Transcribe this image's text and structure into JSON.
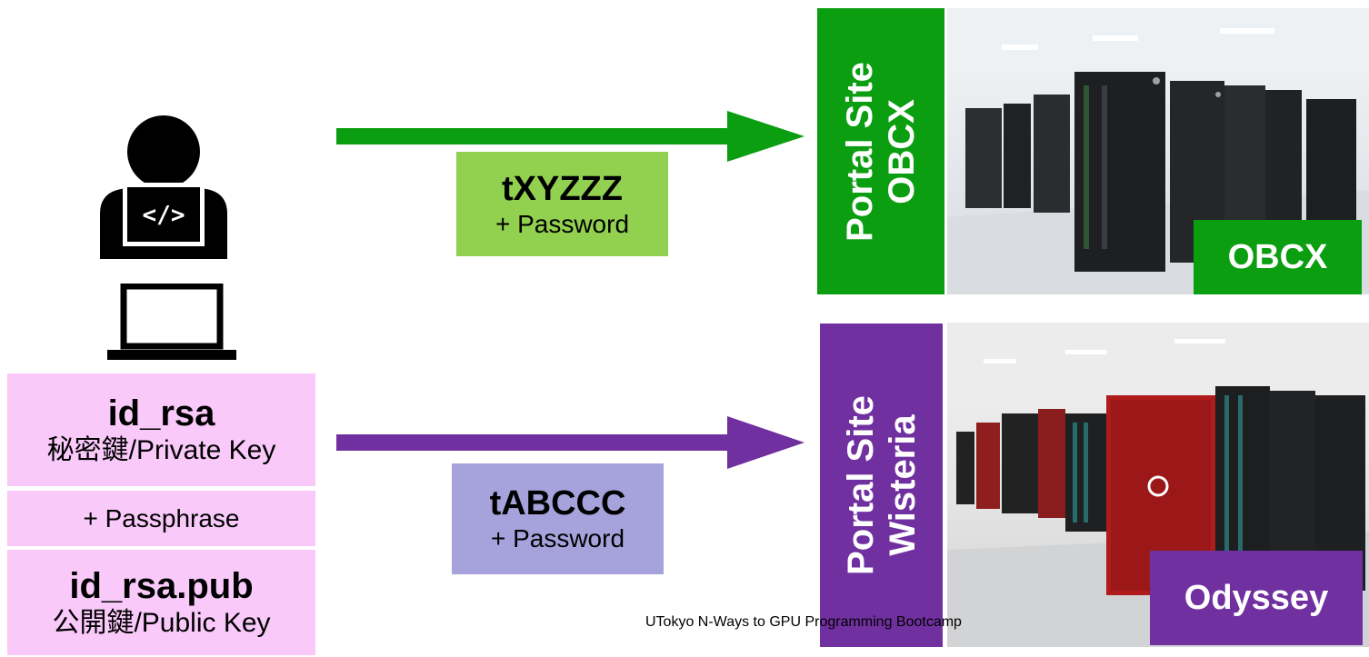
{
  "private_key": {
    "name": "id_rsa",
    "label": "秘密鍵/Private Key"
  },
  "passphrase": "+ Passphrase",
  "public_key": {
    "name": "id_rsa.pub",
    "label": "公開鍵/Public Key"
  },
  "obcx_flow": {
    "user_id": "tXYZZZ",
    "auth": "+ Password"
  },
  "wisteria_flow": {
    "user_id": "tABCCC",
    "auth": "+ Password"
  },
  "portal_obcx": {
    "line1": "Portal Site",
    "line2": "OBCX"
  },
  "portal_wisteria": {
    "line1": "Portal Site",
    "line2": "Wisteria"
  },
  "machines": {
    "obcx": "OBCX",
    "odyssey": "Odyssey"
  },
  "footer": "UTokyo N-Ways to GPU Programming Bootcamp",
  "icons": [
    "developer-icon",
    "laptop-icon"
  ],
  "colors": {
    "green_arrow": "#0a9e10",
    "purple_arrow": "#7030a0",
    "cred_green": "#92d050",
    "cred_purple": "#a6a2dc",
    "key_pink": "#f9c9f9"
  }
}
